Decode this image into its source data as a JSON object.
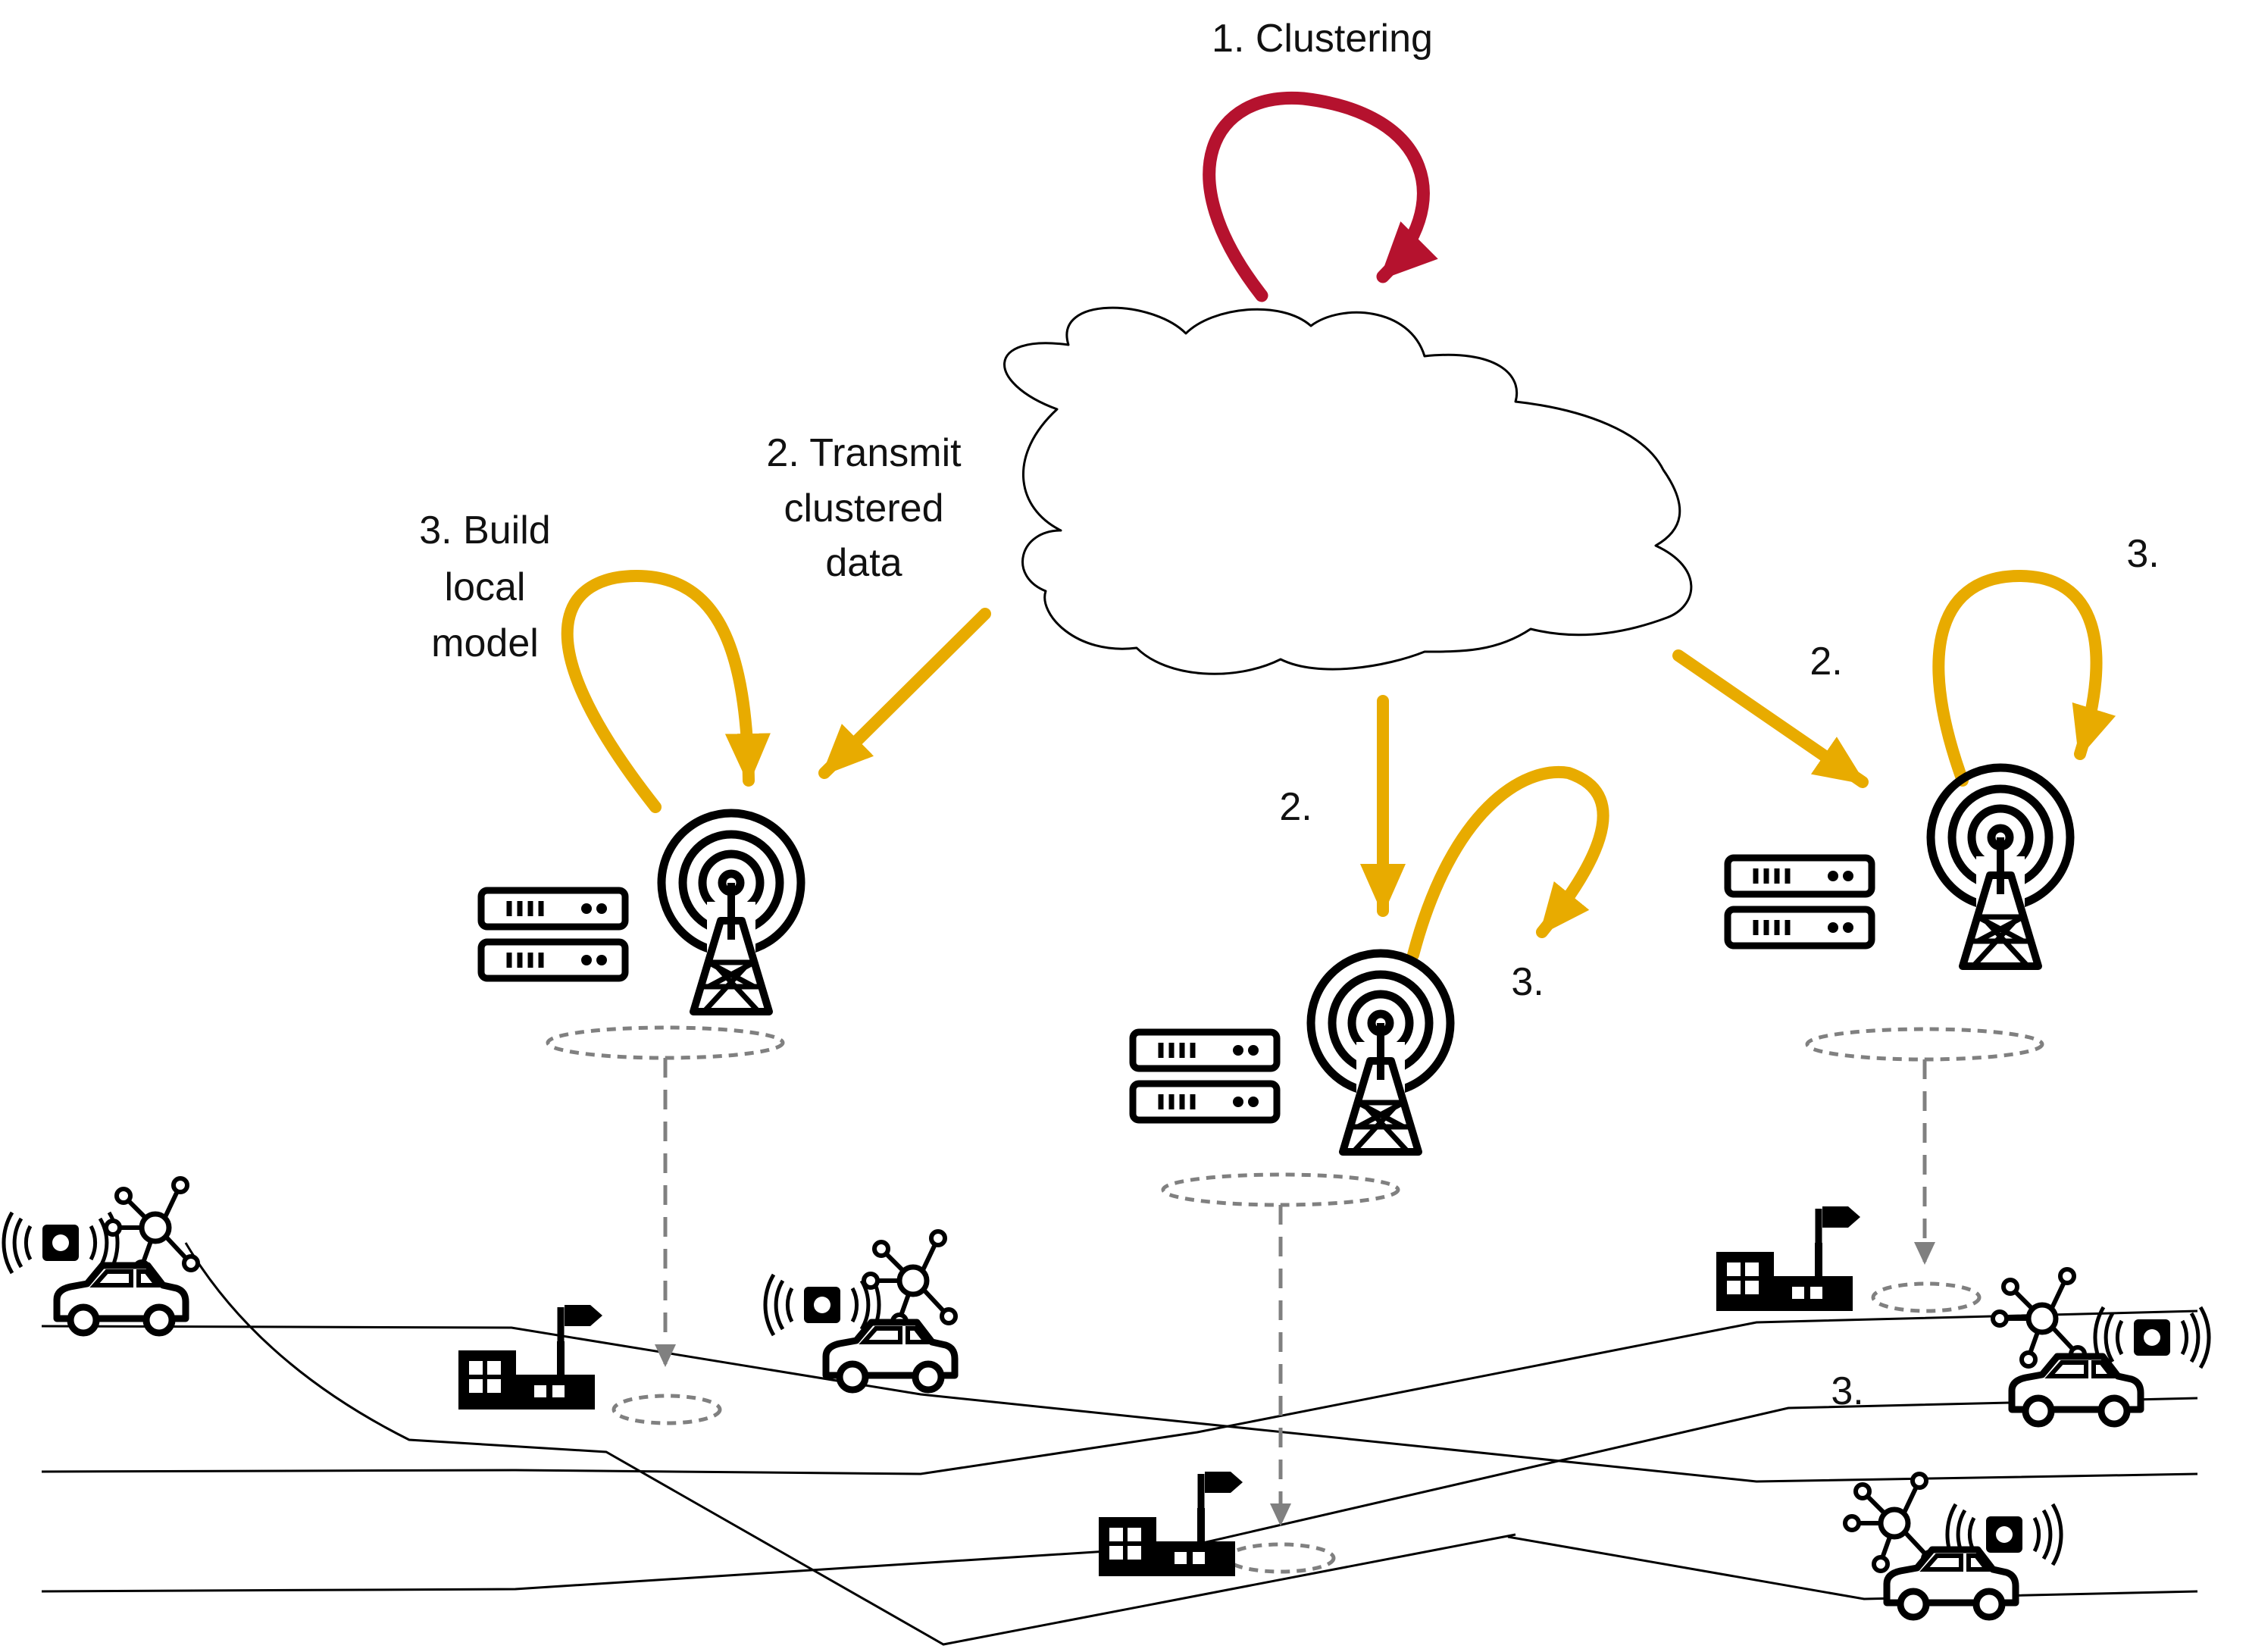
{
  "labels": {
    "clustering": "1. Clustering",
    "transmit_line1": "2. Transmit",
    "transmit_line2": "clustered",
    "transmit_line3": "data",
    "build_line1": "3. Build",
    "build_line2": "local",
    "build_line3": "model",
    "step2_middle": "2.",
    "step3_middle": "3.",
    "step2_right": "2.",
    "step3_right": "3.",
    "step3_road": "3."
  },
  "colors": {
    "clustering_arrow": "#b5122e",
    "transmit_arrow": "#e8ab00",
    "ink": "#000000",
    "dashed_link": "#808080"
  },
  "icons": [
    "cloud-icon",
    "tower-icon",
    "server-icon",
    "factory-icon",
    "car-icon",
    "sensor-icon",
    "network-icon"
  ]
}
